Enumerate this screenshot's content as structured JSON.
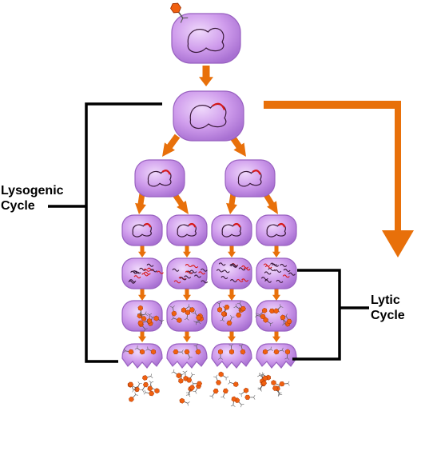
{
  "diagram": {
    "labels": {
      "lysogenic_line1": "Lysogenic",
      "lysogenic_line2": "Cycle",
      "lytic_line1": "Lytic",
      "lytic_line2": "Cycle"
    },
    "colors": {
      "cell_fill": "#c890e8",
      "cell_fill_light": "#e8c8f8",
      "cell_stroke": "#9860c0",
      "arrow": "#e8700a",
      "bracket": "#000000",
      "prophage": "#d81818",
      "phage": "#f06010",
      "dna": "#3a1a3a"
    }
  }
}
